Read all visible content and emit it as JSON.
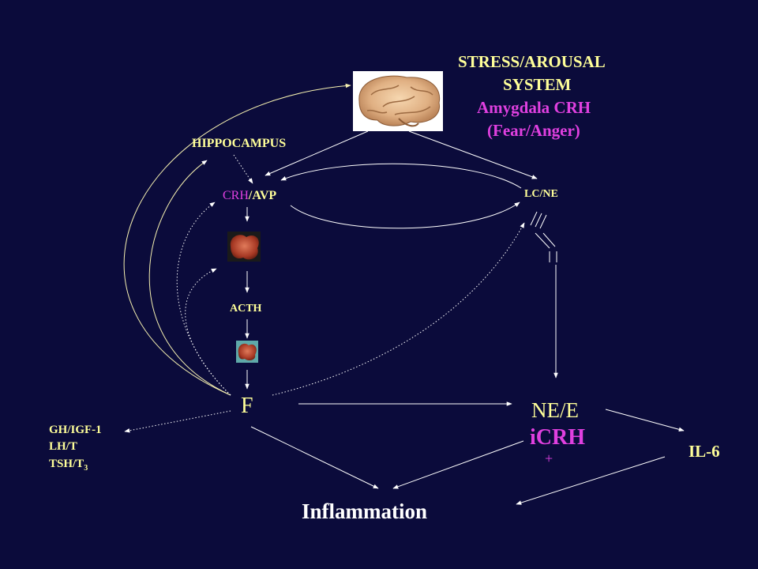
{
  "colors": {
    "background": "#0b0b3b",
    "label_yellow": "#ffff99",
    "label_magenta": "#e040e0",
    "label_white": "#ffffff",
    "arrow_white": "#ffffff",
    "arrow_cream": "#f5f0b0"
  },
  "stress_system": {
    "line1": "STRESS/AROUSAL",
    "line2": "SYSTEM",
    "line3": "Amygdala CRH",
    "line4": "(Fear/Anger)"
  },
  "labels": {
    "hippocampus": "HIPPOCAMPUS",
    "crh": "CRH",
    "avp": "/AVP",
    "lc_ne": "LC/NE",
    "acth": "ACTH",
    "f": "F",
    "ne_e": "NE/E",
    "icrh": "iCRH",
    "plus": "+",
    "il6": "IL-6",
    "inflammation": "Inflammation",
    "gh_igf": "GH/IGF-1",
    "lh_t": "LH/T",
    "tsh_prefix": "TSH/T",
    "tsh_sub": "3"
  },
  "images": {
    "brain": "brain-image",
    "pituitary": "pituitary-image",
    "adrenal": "adrenal-image"
  }
}
